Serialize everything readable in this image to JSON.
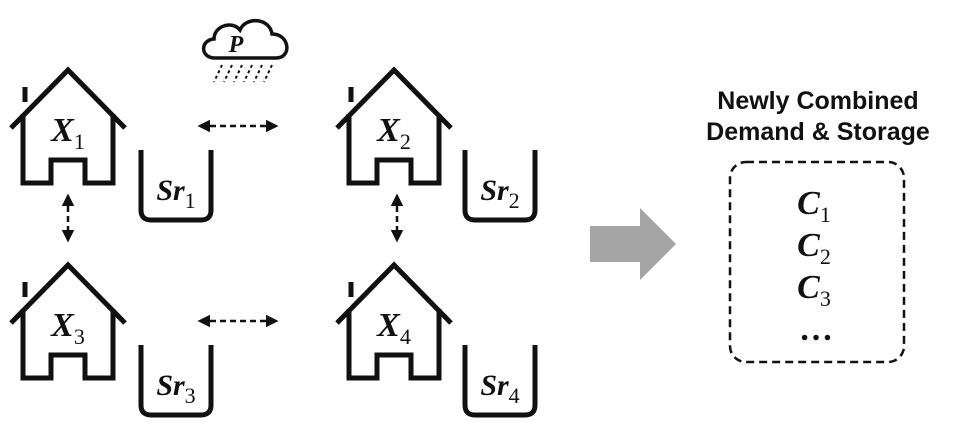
{
  "cloud": {
    "label": "P"
  },
  "houses": [
    {
      "label": "X",
      "sub": "1"
    },
    {
      "label": "X",
      "sub": "2"
    },
    {
      "label": "X",
      "sub": "3"
    },
    {
      "label": "X",
      "sub": "4"
    }
  ],
  "storages": [
    {
      "label": "Sr",
      "sub": "1"
    },
    {
      "label": "Sr",
      "sub": "2"
    },
    {
      "label": "Sr",
      "sub": "3"
    },
    {
      "label": "Sr",
      "sub": "4"
    }
  ],
  "combined": {
    "title_line1": "Newly Combined",
    "title_line2": "Demand & Storage",
    "items": [
      {
        "label": "C",
        "sub": "1"
      },
      {
        "label": "C",
        "sub": "2"
      },
      {
        "label": "C",
        "sub": "3"
      }
    ],
    "ellipsis": "…"
  },
  "colors": {
    "ink": "#111111",
    "arrow": "#a6a6a6"
  }
}
